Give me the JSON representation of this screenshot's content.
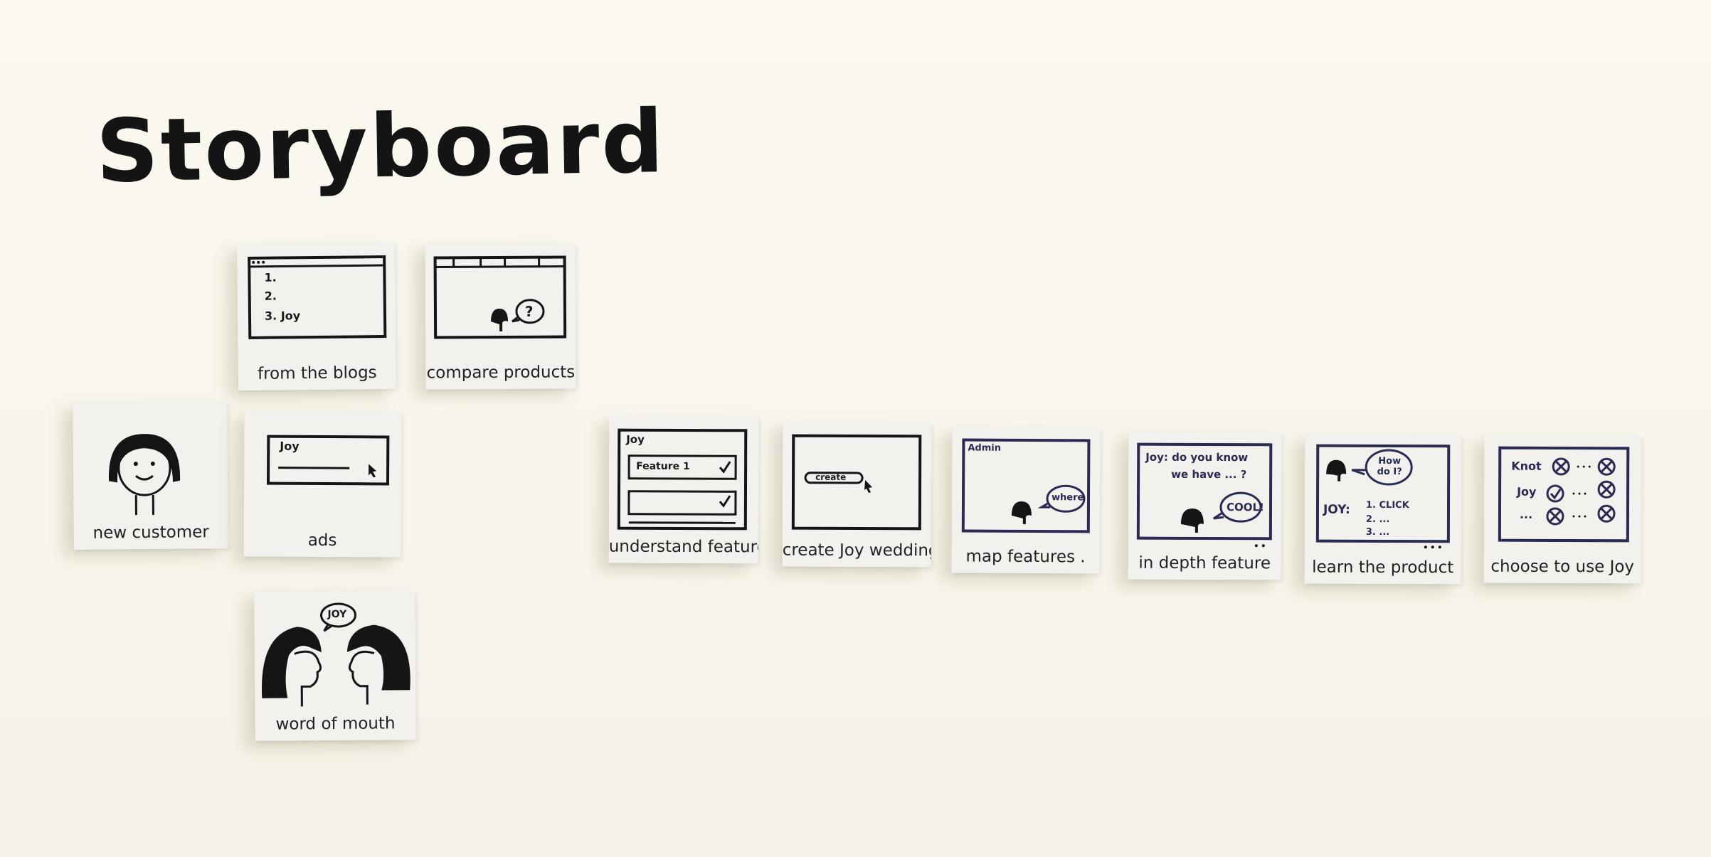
{
  "title": "Storyboard",
  "notes": {
    "new_customer": {
      "caption": "new customer"
    },
    "from_blogs": {
      "caption": "from the blogs",
      "items": [
        "1.",
        "2.",
        "3. Joy"
      ]
    },
    "compare_products": {
      "caption": "compare products",
      "bubble": "?"
    },
    "ads": {
      "caption": "ads",
      "brand": "Joy"
    },
    "word_of_mouth": {
      "caption": "word of mouth",
      "bubble": "JOY"
    },
    "understand_features": {
      "caption": "understand features",
      "brand": "Joy",
      "feature": "Feature 1"
    },
    "create_joy_wedding": {
      "caption": "create Joy wedding",
      "button": "create"
    },
    "map_features": {
      "caption": "map features .",
      "header": "Admin",
      "bubble": "where"
    },
    "in_depth_feature": {
      "caption": "in depth feature",
      "line1": "Joy: do you know",
      "line2": "we have ... ?",
      "bubble": "COOL!"
    },
    "learn_product": {
      "caption": "learn the product",
      "bubble": "How do I?",
      "label": "JOY:",
      "steps": [
        "1. CLICK",
        "2. ...",
        "3. ..."
      ]
    },
    "choose_joy": {
      "caption": "choose to use Joy",
      "rows": [
        "Knot",
        "Joy",
        "..."
      ]
    }
  }
}
